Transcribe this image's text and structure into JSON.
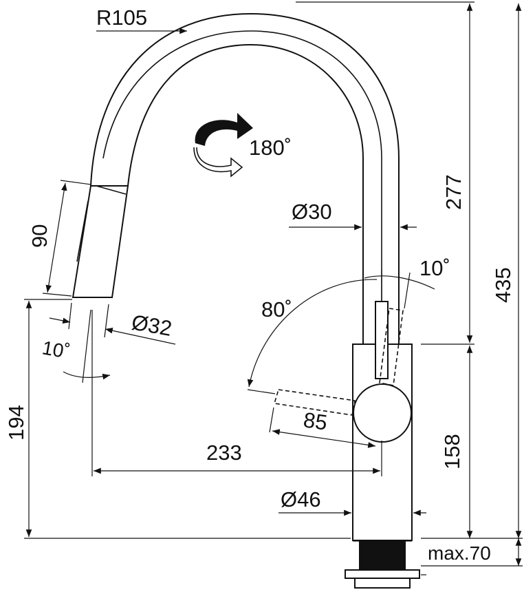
{
  "dimensions": {
    "radius": "R105",
    "rotation": "180˚",
    "spout_length": "90",
    "spout_diameter": "Ø32",
    "spray_angle": "10˚",
    "height_left": "194",
    "reach": "233",
    "upper_height": "277",
    "total_height": "435",
    "tube_diameter": "Ø30",
    "lever_tilt": "10˚",
    "lever_swing": "80˚",
    "lever_length": "85",
    "body_height": "158",
    "body_diameter": "Ø46",
    "counter_thickness": "max.70"
  },
  "colors": {
    "ink": "#111111",
    "background": "#ffffff"
  }
}
